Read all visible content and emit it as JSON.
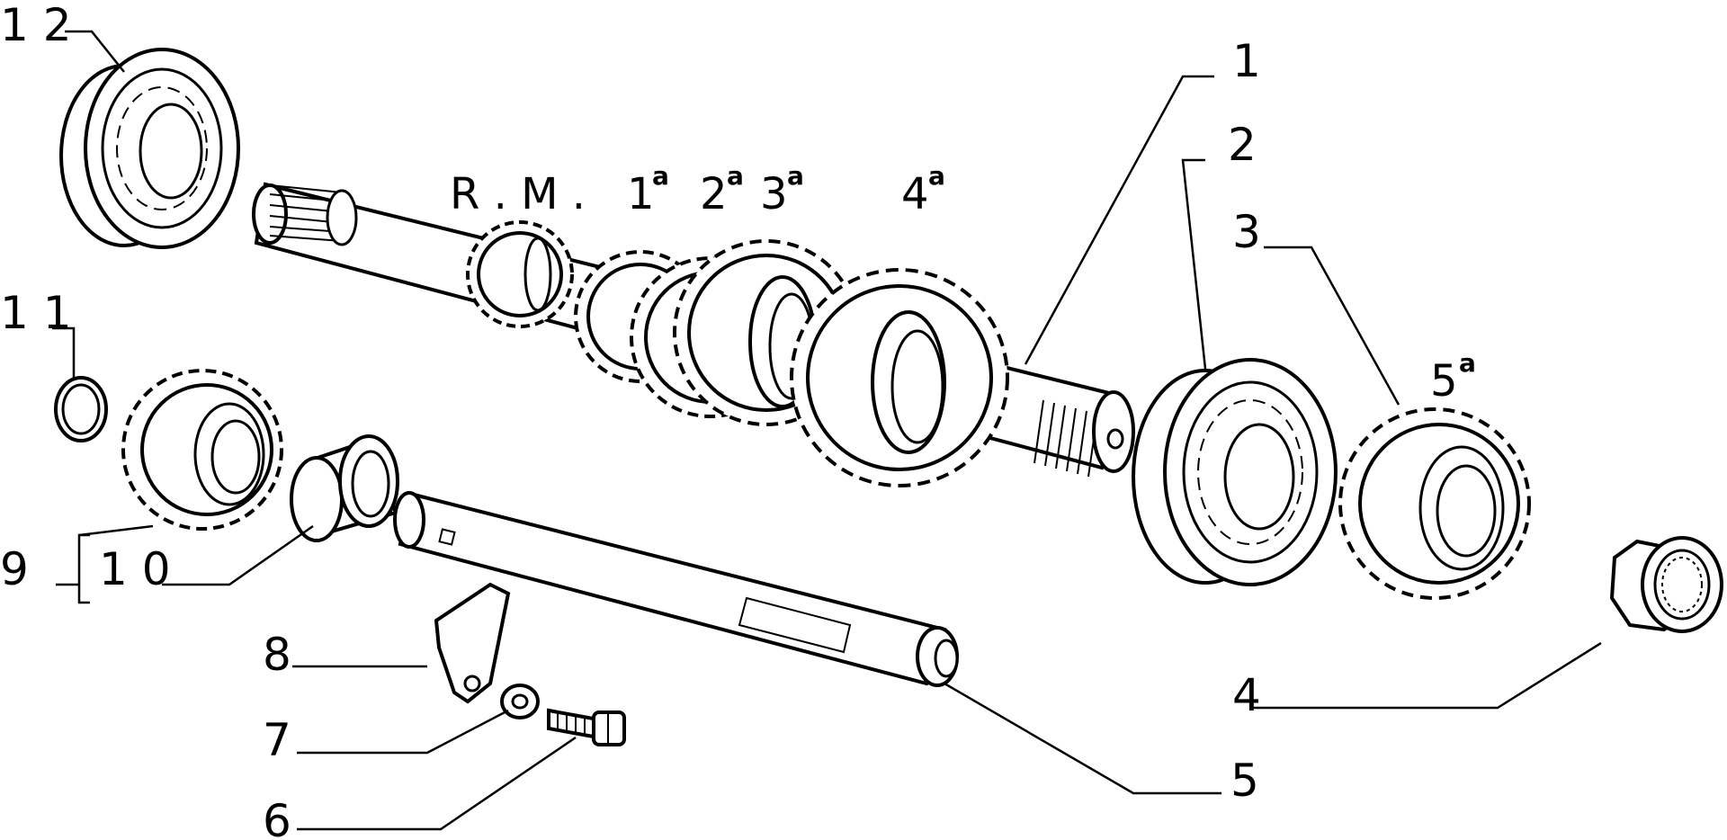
{
  "callouts": {
    "c1": "1",
    "c2": "2",
    "c3": "3",
    "c4": "4",
    "c5": "5",
    "c6": "6",
    "c7": "7",
    "c8": "8",
    "c9": "9",
    "c10": "1 0",
    "c11": "1 1",
    "c12": "1 2"
  },
  "gear_labels": {
    "rm": "R . M .",
    "g1": "1",
    "g2": "2",
    "g3": "3",
    "g4": "4",
    "g5": "5",
    "ordinal": "a"
  }
}
